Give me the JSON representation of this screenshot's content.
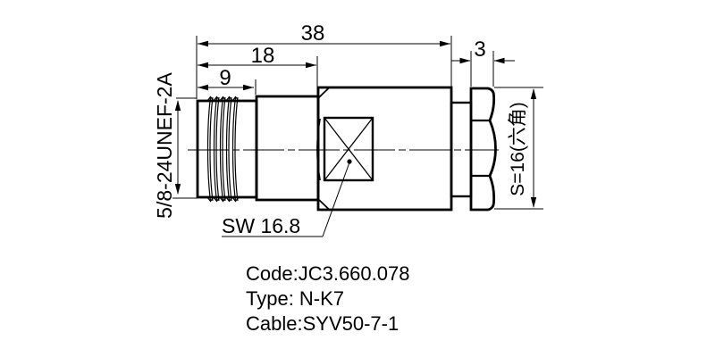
{
  "title": "Connector technical drawing",
  "dims": {
    "overall_length": "38",
    "body_length": "18",
    "thread_length": "9",
    "nut_width": "3",
    "thread_spec": "5/8-24UNEF-2A",
    "wrench_flat": "SW 16.8",
    "hex_size": "S=16(六角)"
  },
  "notes": {
    "code": "Code:JC3.660.078",
    "type": "Type: N-K7",
    "cable": "Cable:SYV50-7-1"
  },
  "colors": {
    "line": "#000000",
    "background": "#ffffff"
  }
}
